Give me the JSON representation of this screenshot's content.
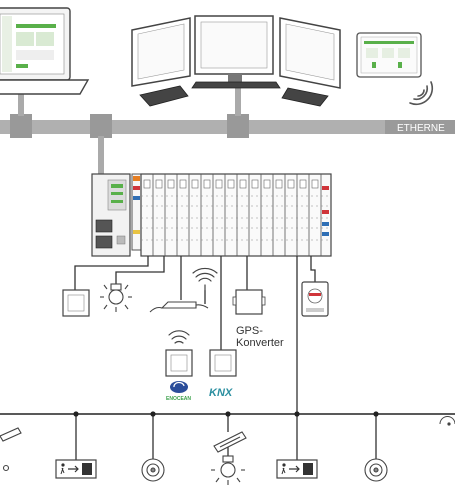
{
  "network": {
    "bus_label": "ETHERNE"
  },
  "devices": {
    "gps_label_line1": "GPS-",
    "gps_label_line2": "Konverter",
    "enocean_label": "ENOCEAN",
    "knx_label": "KNX"
  },
  "colors": {
    "bus": "#aaaaaa",
    "line": "#333333",
    "controller_green": "#59b04a",
    "io_orange": "#e67e22",
    "io_red": "#d0353a",
    "io_blue": "#2f6fb5",
    "io_yellow": "#e8c341",
    "enocean_blue": "#2a4d9a",
    "enocean_green": "#3aa04a",
    "knx_teal": "#2b8fa0"
  }
}
